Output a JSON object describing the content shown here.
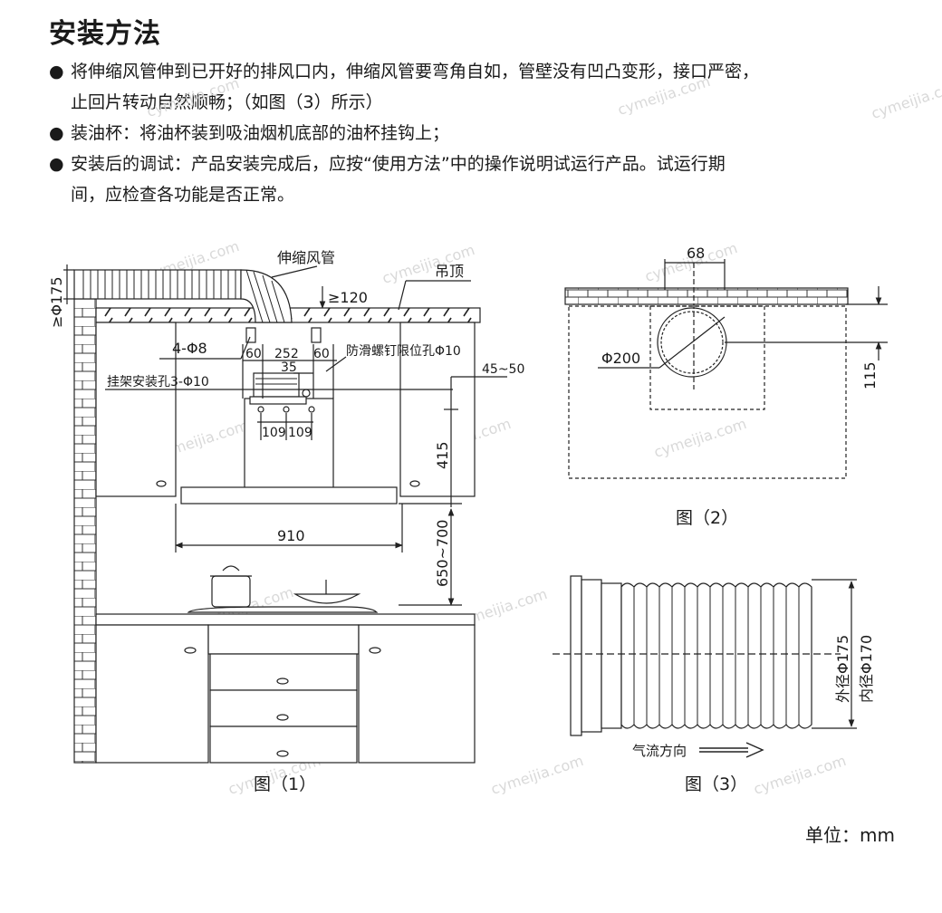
{
  "title": "安装方法",
  "bullets": [
    {
      "mark": "●",
      "line1": "将伸缩风管伸到已开好的排风口内，伸缩风管要弯角自如，管壁没有凹凸变形，接口严密，",
      "line2": "止回片转动自然顺畅；（如图（3）所示）"
    },
    {
      "mark": "●",
      "line1": "装油杯：将油杯装到吸油烟机底部的油杯挂钩上；",
      "line2": ""
    },
    {
      "mark": "●",
      "line1": "安装后的调试：产品安装完成后，应按“使用方法”中的操作说明试运行产品。试运行期",
      "line2": "间，应检查各功能是否正常。"
    }
  ],
  "fig1": {
    "caption": "图（1）",
    "duct_label": "伸缩风管",
    "ceiling_label": "吊顶",
    "d175": "≥Φ175",
    "h120": "≥120",
    "holes_4": "4-Φ8",
    "dim_60a": "60",
    "dim_252": "252",
    "dim_60b": "60",
    "dim_35": "35",
    "antislip": "防滑螺钉限位孔Φ10",
    "hanger": "挂架安装孔3-Φ10",
    "dim_4550": "45~50",
    "dim_109a": "109",
    "dim_109b": "109",
    "dim_415": "415",
    "dim_910": "910",
    "dim_650700": "650~700"
  },
  "fig2": {
    "caption": "图（2）",
    "dim_68": "68",
    "dim_200": "Φ200",
    "dim_115": "115"
  },
  "fig3": {
    "caption": "图（3）",
    "outer": "外径Φ175",
    "inner": "内径Φ170",
    "airflow": "气流方向"
  },
  "unit": "单位：mm",
  "watermark": "cymeijia.com"
}
